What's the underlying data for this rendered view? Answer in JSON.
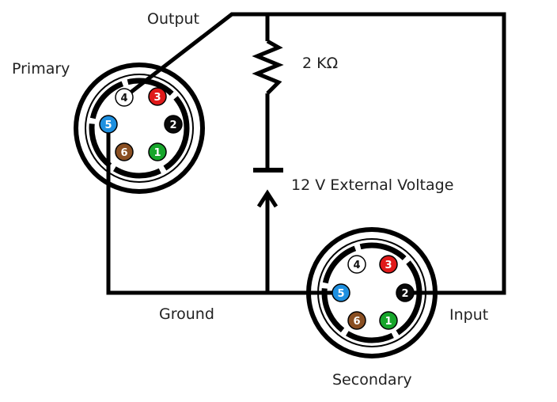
{
  "labels": {
    "primary": "Primary",
    "secondary": "Secondary",
    "output": "Output",
    "input": "Input",
    "ground": "Ground",
    "resistor": "2 KΩ",
    "voltage": "12 V External Voltage"
  },
  "pin_colors": {
    "1": "#17a62b",
    "2": "#0a0a0a",
    "3": "#e01a1a",
    "4": "#ffffff",
    "5": "#1e90e0",
    "6": "#8a4f22"
  },
  "pin_text_colors": {
    "1": "#ffffff",
    "2": "#ffffff",
    "3": "#ffffff",
    "4": "#111111",
    "5": "#ffffff",
    "6": "#ffffff"
  },
  "pins": [
    "1",
    "2",
    "3",
    "4",
    "5",
    "6"
  ]
}
